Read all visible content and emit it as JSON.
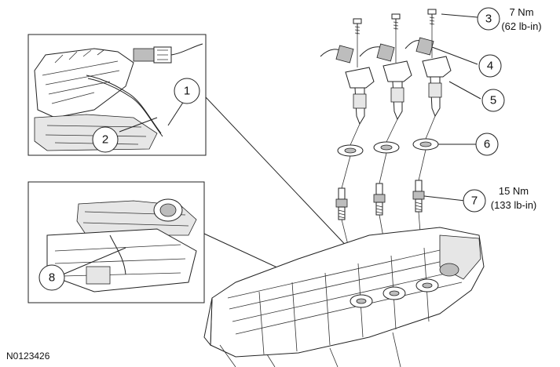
{
  "callouts": {
    "c1": "1",
    "c2": "2",
    "c3": "3",
    "c4": "4",
    "c5": "5",
    "c6": "6",
    "c7": "7",
    "c8": "8"
  },
  "torque": {
    "bolt_nm": "7 Nm",
    "bolt_lbin": "(62 lb-in)",
    "plug_nm": "15 Nm",
    "plug_lbin": "(133 lb-in)"
  },
  "figure_id": "N0123426"
}
